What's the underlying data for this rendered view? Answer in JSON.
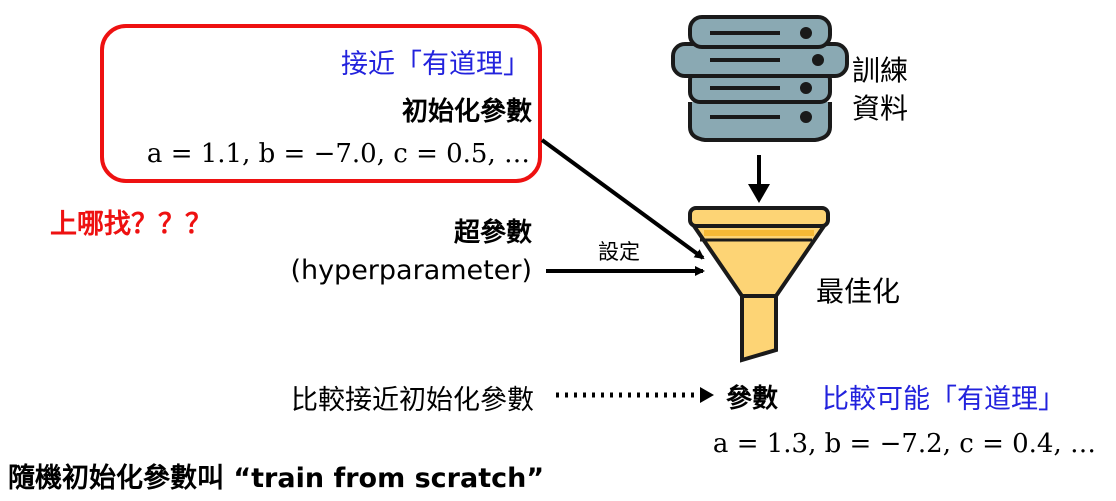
{
  "colors": {
    "accent_red": "#ee1111",
    "accent_blue": "#2222dd",
    "funnel_fill": "#fdd475",
    "funnel_stroke": "#1a1a1a",
    "db_fill": "#8aa9b3"
  },
  "init_box": {
    "note": "接近「有道理」",
    "title": "初始化參數",
    "values": "a = 1.1, b = −7.0, c = 0.5, …"
  },
  "where_label": "上哪找？？？",
  "hyper": {
    "title": "超參數",
    "subtitle": "(hyperparameter)",
    "arrow_label": "設定"
  },
  "data_source": {
    "line1": "訓練",
    "line2": "資料",
    "icon": "database-icon"
  },
  "optimize": {
    "label": "最佳化",
    "icon": "funnel-icon"
  },
  "compare": {
    "left_label": "比較接近初始化參數",
    "result_title": "參數",
    "right_label": "比較可能「有道理」",
    "result_values": "a = 1.3, b = −7.2, c = 0.4, …"
  },
  "footer": "隨機初始化參數叫 “train from scratch”"
}
